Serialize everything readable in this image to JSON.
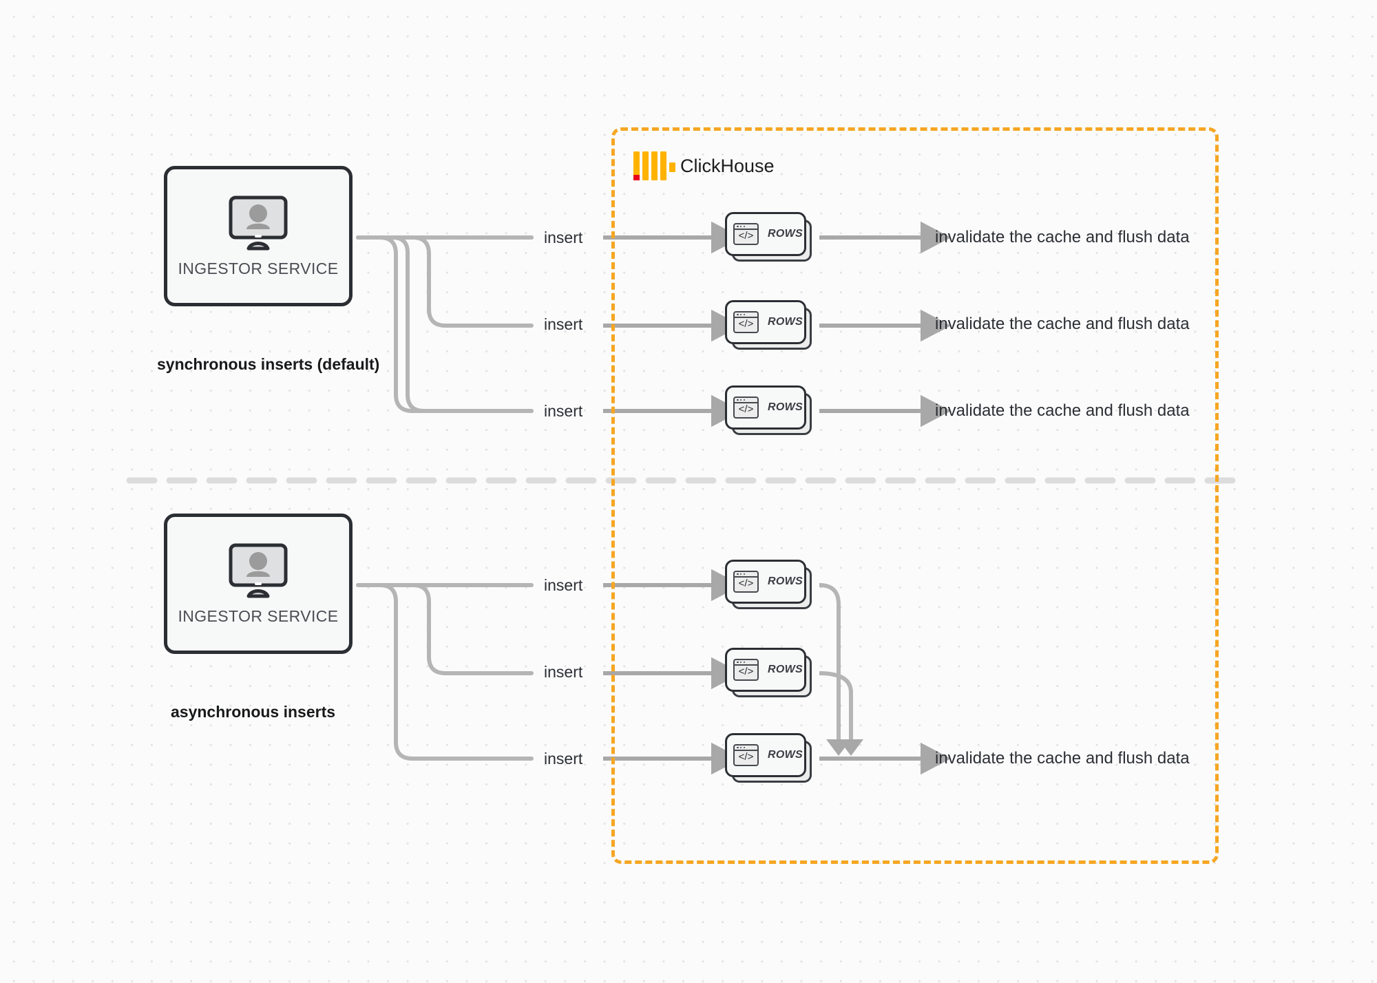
{
  "diagram": {
    "title": "ClickHouse synchronous vs asynchronous inserts",
    "background": "#fbfbfb",
    "accent_color": "#f5a623",
    "line_color": "#adadad",
    "text_color": "#2b2e33"
  },
  "clickhouse": {
    "name": "ClickHouse",
    "logo_bar_color": "#ffb300",
    "logo_accent_color": "#e8001d",
    "border_color": "#f5a623",
    "border_style": "dashed"
  },
  "sections": [
    {
      "id": "synchronous",
      "label": "synchronous inserts (default)",
      "service": {
        "label": "INGESTOR SERVICE",
        "icon": "monitor-user-icon"
      },
      "edges": [
        {
          "label": "insert"
        },
        {
          "label": "insert"
        },
        {
          "label": "insert"
        }
      ],
      "rows_cards": [
        {
          "label": "ROWS",
          "icon": "code-window-icon"
        },
        {
          "label": "ROWS",
          "icon": "code-window-icon"
        },
        {
          "label": "ROWS",
          "icon": "code-window-icon"
        }
      ],
      "results": [
        "invalidate the cache and flush data",
        "invalidate the cache and flush data",
        "invalidate the cache and flush data"
      ]
    },
    {
      "id": "asynchronous",
      "label": "asynchronous inserts",
      "service": {
        "label": "INGESTOR SERVICE",
        "icon": "monitor-user-icon"
      },
      "edges": [
        {
          "label": "insert"
        },
        {
          "label": "insert"
        },
        {
          "label": "insert"
        }
      ],
      "rows_cards": [
        {
          "label": "ROWS",
          "icon": "code-window-icon"
        },
        {
          "label": "ROWS",
          "icon": "code-window-icon"
        },
        {
          "label": "ROWS",
          "icon": "code-window-icon"
        }
      ],
      "results": [
        "invalidate the cache and flush data"
      ]
    }
  ]
}
